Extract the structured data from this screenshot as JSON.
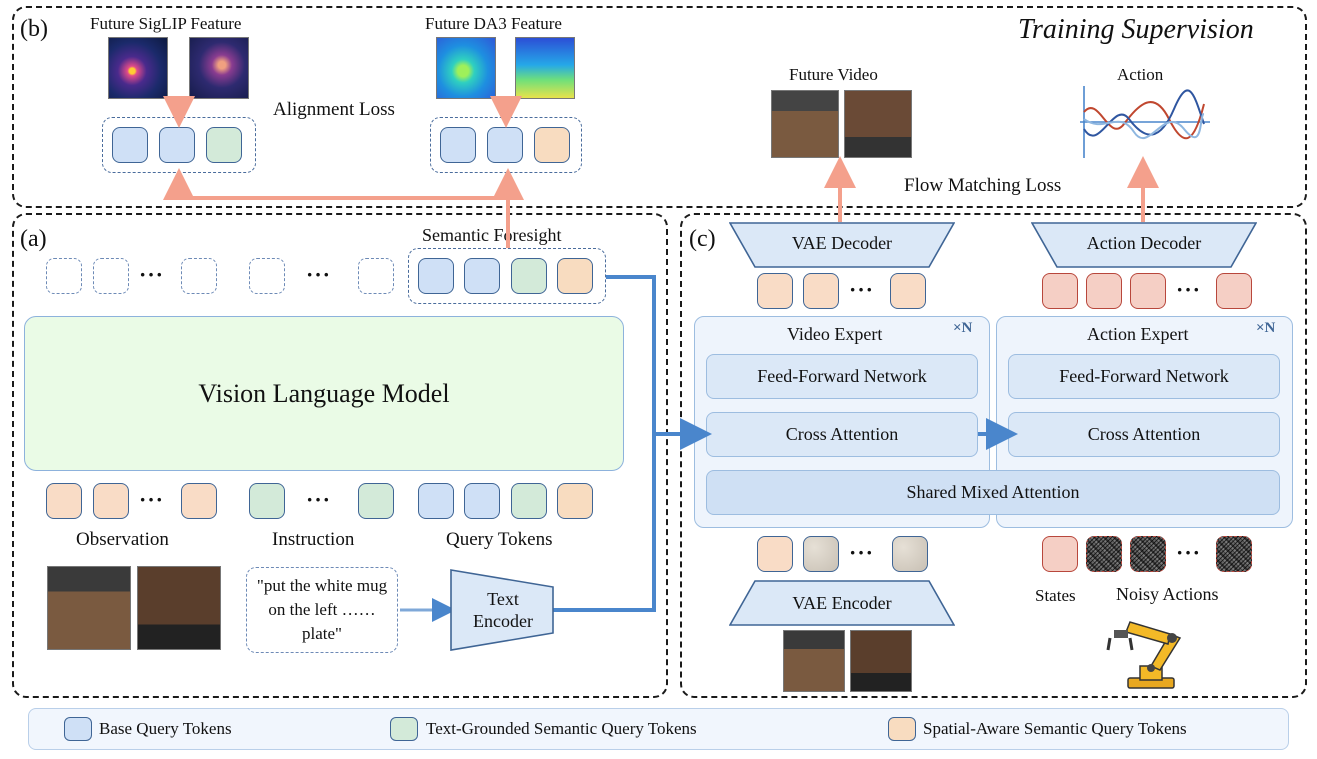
{
  "panel_b": {
    "tag": "(b)",
    "title": "Training Supervision",
    "siglip_label": "Future SigLIP Feature",
    "da3_label": "Future DA3 Feature",
    "alignment_loss": "Alignment Loss",
    "future_video": "Future Video",
    "action": "Action",
    "flow_matching_loss": "Flow Matching Loss"
  },
  "panel_a": {
    "tag": "(a)",
    "semantic_foresight": "Semantic Foresight",
    "vlm": "Vision Language Model",
    "observation": "Observation",
    "instruction": "Instruction",
    "query_tokens": "Query Tokens",
    "instruction_text": "\"put the white mug on the left …… plate\"",
    "text_encoder": "Text Encoder",
    "ellipsis": "···"
  },
  "panel_c": {
    "tag": "(c)",
    "vae_decoder": "VAE Decoder",
    "action_decoder": "Action Decoder",
    "video_expert": "Video Expert",
    "action_expert": "Action Expert",
    "repeat": "×N",
    "ffn": "Feed-Forward Network",
    "cross_attention": "Cross Attention",
    "shared_mixed_attention": "Shared Mixed Attention",
    "vae_encoder": "VAE Encoder",
    "states": "States",
    "noisy_actions": "Noisy Actions",
    "ellipsis": "···"
  },
  "legend": {
    "base": "Base Query Tokens",
    "text_grounded": "Text-Grounded Semantic Query Tokens",
    "spatial_aware": "Spatial-Aware Semantic Query Tokens"
  },
  "icons": [
    "heatmap-image",
    "depth-image",
    "robot-scene-image",
    "action-curve-icon",
    "robot-arm-icon"
  ],
  "colors": {
    "arrow_salmon": "#f4a08c",
    "arrow_blue": "#4a86cc",
    "token_blue": "#cfe0f6",
    "token_green": "#d3ead9",
    "token_orange": "#f8dcc0",
    "token_red": "#f5cfc5",
    "vlm_fill": "#eafbe6"
  }
}
